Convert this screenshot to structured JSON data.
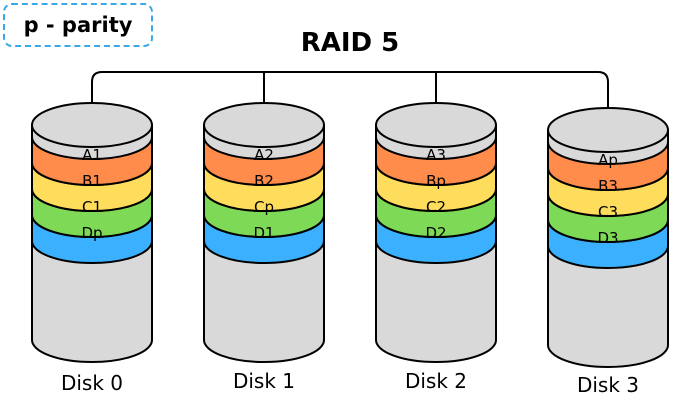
{
  "legend": {
    "text": "p - parity"
  },
  "title": "RAID 5",
  "colors": {
    "row1": "#ff8c4a",
    "row2": "#ffdd5c",
    "row3": "#7ed957",
    "row4": "#3ab0ff",
    "disk_body": "#d9d9d9",
    "outline": "#000000",
    "legend_border": "#3aa8e8"
  },
  "disks": [
    {
      "label": "Disk 0",
      "blocks": [
        "A1",
        "B1",
        "C1",
        "Dp"
      ]
    },
    {
      "label": "Disk 1",
      "blocks": [
        "A2",
        "B2",
        "Cp",
        "D1"
      ]
    },
    {
      "label": "Disk 2",
      "blocks": [
        "A3",
        "Bp",
        "C2",
        "D2"
      ]
    },
    {
      "label": "Disk 3",
      "blocks": [
        "Ap",
        "B3",
        "C3",
        "D3"
      ]
    }
  ]
}
